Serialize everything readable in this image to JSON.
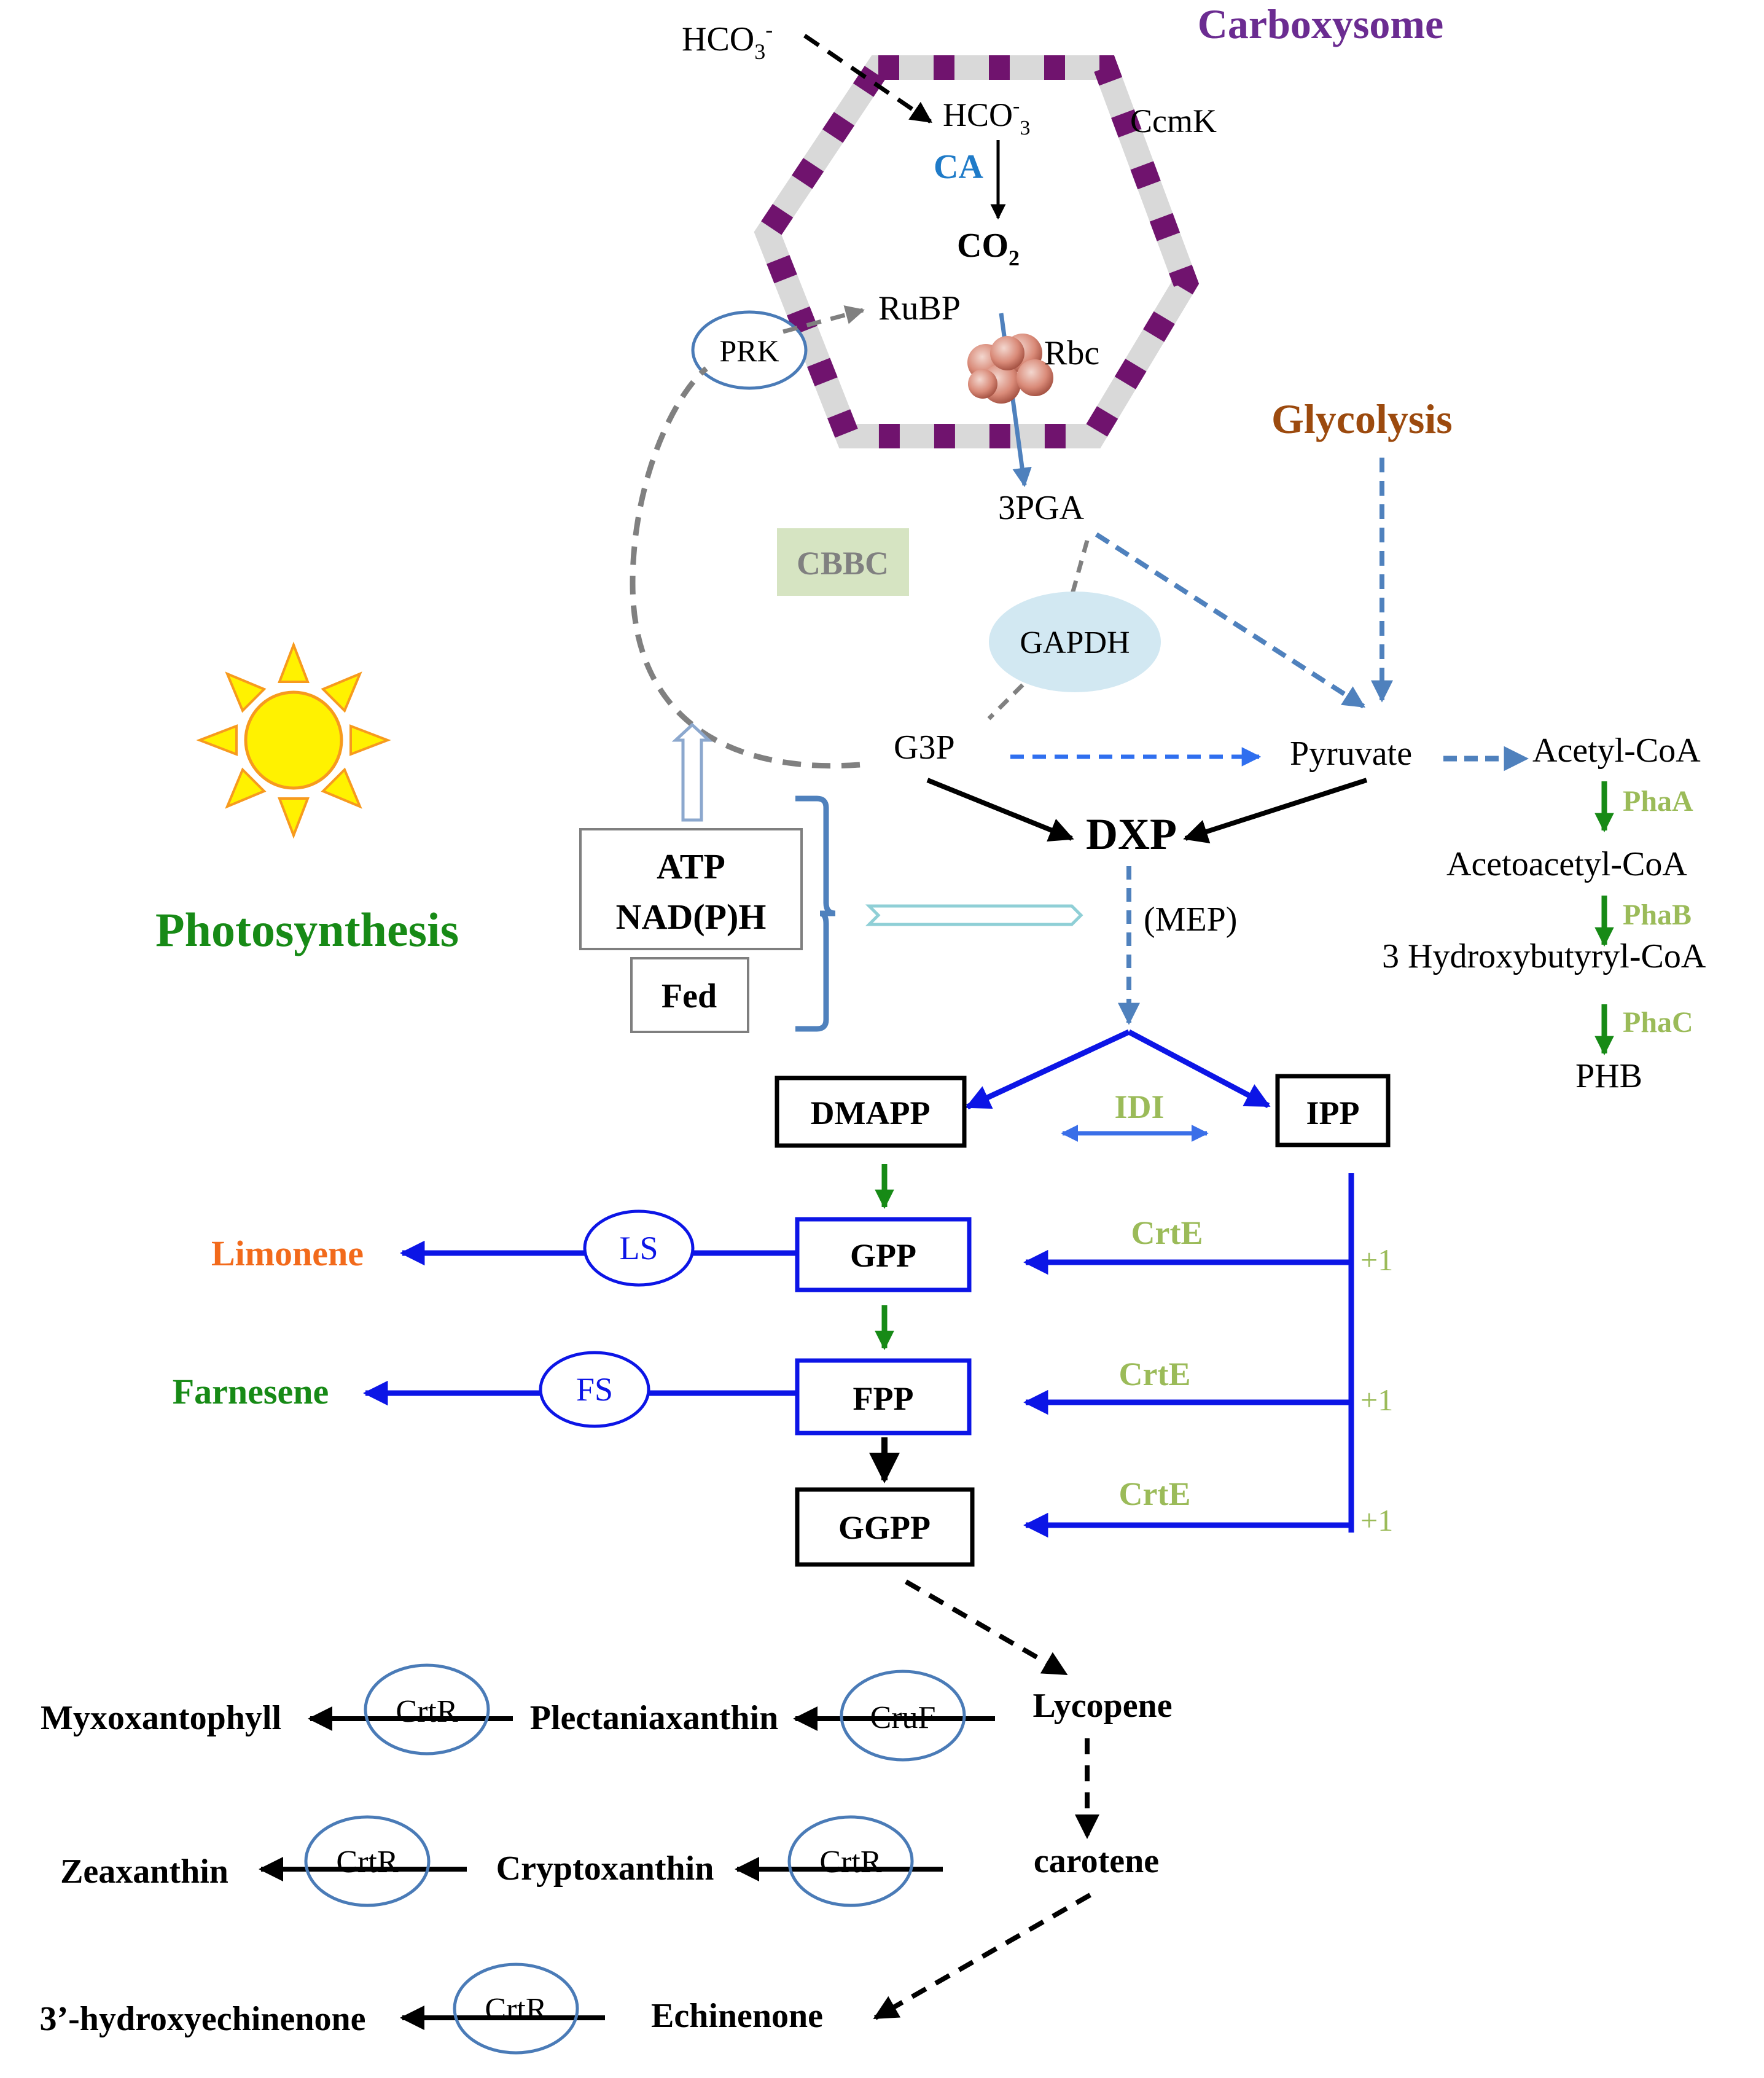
{
  "colors": {
    "carboxysome": "#6B2C91",
    "shell_purple": "#70136E",
    "shell_gray": "#D9D9D9",
    "ca_blue": "#1F7BC8",
    "glycolysis_brown": "#9C4A0E",
    "photosynthesis_green": "#178A16",
    "enzyme_green": "#9BBB59",
    "pathway_blue": "#0C15E6",
    "dashed_blue": "#4F81BD",
    "gray_dash": "#808080",
    "limonene_orange": "#F26A1B",
    "farnesene_green": "#178A16",
    "cbbc_bg": "#D6E4C2",
    "gapdh_fill": "#D2E8F2",
    "ellipse_stroke": "#4A7BB7",
    "sun_yellow": "#FFF200",
    "sun_orange": "#F79A1E"
  },
  "icons": [
    "sun-icon",
    "rubisco-icon",
    "carboxysome-shell-icon"
  ],
  "labels": {
    "carboxysome": "Carboxysome",
    "hco3_out": "HCO",
    "hco3_out_sub": "3",
    "hco3_out_sup": "-",
    "hco3_in": "HCO",
    "hco3_in_sup": "-",
    "hco3_in_sub": "3",
    "ccmk": "CcmK",
    "ca": "CA",
    "co2": "CO",
    "co2_sub": "2",
    "rubp": "RuBP",
    "prk": "PRK",
    "rbc": "Rbc",
    "glycolysis": "Glycolysis",
    "pga3": "3PGA",
    "cbbc": "CBBC",
    "gapdh": "GAPDH",
    "g3p": "G3P",
    "pyruvate": "Pyruvate",
    "acetyl_coa": "Acetyl-CoA",
    "phaA": "PhaA",
    "acetoacetyl_coa": "Acetoacetyl-CoA",
    "phaB": "PhaB",
    "hydroxybutyryl_coa": "3 Hydroxybutyryl-CoA",
    "phaC": "PhaC",
    "phb": "PHB",
    "dxp": "DXP",
    "mep": "(MEP)",
    "atp": "ATP",
    "nadph": "NAD(P)H",
    "fed": "Fed",
    "photosynthesis": "Photosynthesis",
    "dmapp": "DMAPP",
    "ipp": "IPP",
    "idi": "IDI",
    "gpp": "GPP",
    "fpp": "FPP",
    "ggpp": "GGPP",
    "ls": "LS",
    "fs": "FS",
    "limonene": "Limonene",
    "farnesene": "Farnesene",
    "crte_1": "CrtE",
    "crte_2": "CrtE",
    "crte_3": "CrtE",
    "plus1_1": "+1",
    "plus1_2": "+1",
    "plus1_3": "+1",
    "lycopene": "Lycopene",
    "carotene": "carotene",
    "echinenone": "Echinenone",
    "cruf": "CruF",
    "crtr_1": "CrtR",
    "crtr_2": "CrtR",
    "crtr_3": "CrtR",
    "crtr_4": "CrtR",
    "myxoxantophyll": "Myxoxantophyll",
    "plectaniaxanthin": "Plectaniaxanthin",
    "zeaxanthin": "Zeaxanthin",
    "cryptoxanthin": "Cryptoxanthin",
    "hydroxyechinenone": "3’-hydroxyechinenone"
  }
}
